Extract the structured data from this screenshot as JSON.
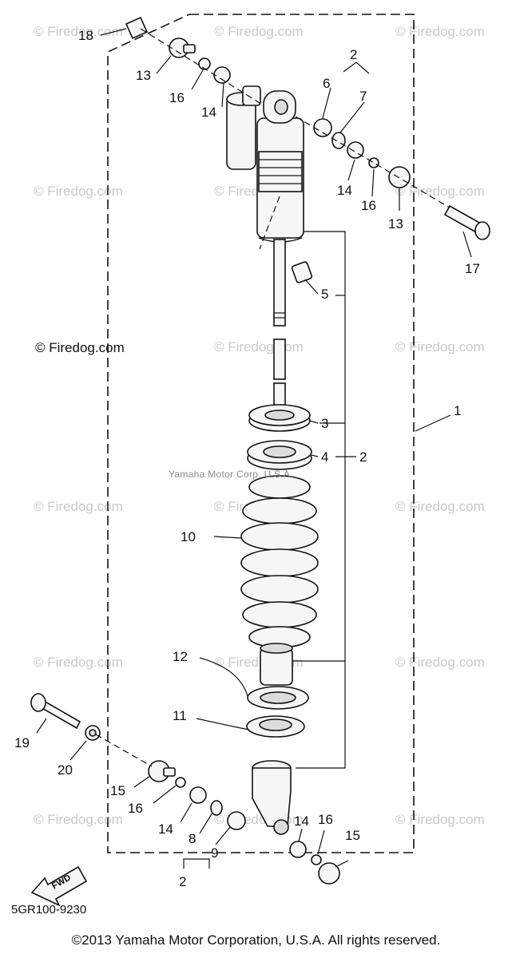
{
  "watermark_text": "© Firedog.com",
  "watermark_left_text": "© Firedog.com",
  "mid_caption": "Yamaha Motor Corp. U.S.A.",
  "diagram_code": "5GR100-9230",
  "copyright": "©2013 Yamaha Motor Corporation, U.S.A. All rights reserved.",
  "fwd_label": "FWD",
  "callouts": {
    "c18": "18",
    "c13a": "13",
    "c16a": "16",
    "c14a": "14",
    "c2a": "2",
    "c6": "6",
    "c7": "7",
    "c14b": "14",
    "c16b": "16",
    "c13b": "13",
    "c17": "17",
    "c5": "5",
    "c3": "3",
    "c4": "4",
    "c2b": "2",
    "c1": "1",
    "c10": "10",
    "c12": "12",
    "c11": "11",
    "c19": "19",
    "c20": "20",
    "c15a": "15",
    "c16c": "16",
    "c14c": "14",
    "c8": "8",
    "c9": "9",
    "c2c": "2",
    "c14d": "14",
    "c16d": "16",
    "c15b": "15"
  }
}
